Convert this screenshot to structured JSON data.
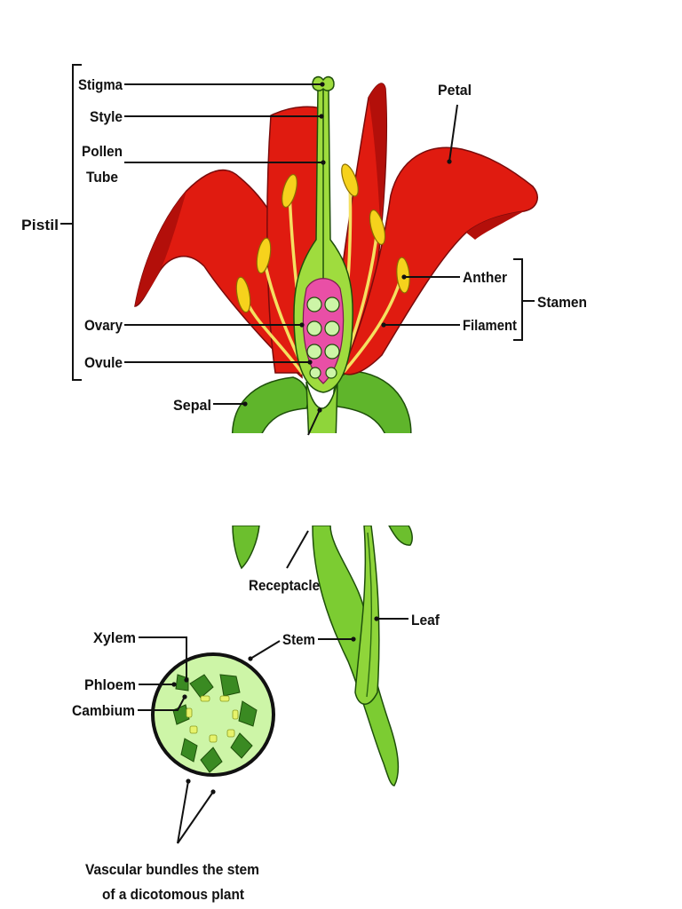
{
  "flower_labels": {
    "stigma": "Stigma",
    "style": "Style",
    "pollen_tube_1": "Pollen",
    "pollen_tube_2": "Tube",
    "pistil": "Pistil",
    "ovary": "Ovary",
    "ovule": "Ovule",
    "sepal": "Sepal",
    "petal": "Petal",
    "anther": "Anther",
    "filament": "Filament",
    "stamen": "Stamen"
  },
  "stem_labels": {
    "receptacle": "Receptacle",
    "leaf": "Leaf",
    "stem": "Stem",
    "xylem": "Xylem",
    "phloem": "Phloem",
    "cambium": "Cambium",
    "caption_1": "Vascular bundles the stem",
    "caption_2": "of a dicotomous plant"
  },
  "colors": {
    "petal": "#e01b10",
    "petal_shade": "#b30f0a",
    "green_light": "#9fdc3e",
    "green_dark": "#3f8f1c",
    "ovary_pink": "#e94fa6",
    "anther_yellow": "#f6d21c",
    "cross_section": "#cdf5a7",
    "bundle": "#3a8a22"
  }
}
